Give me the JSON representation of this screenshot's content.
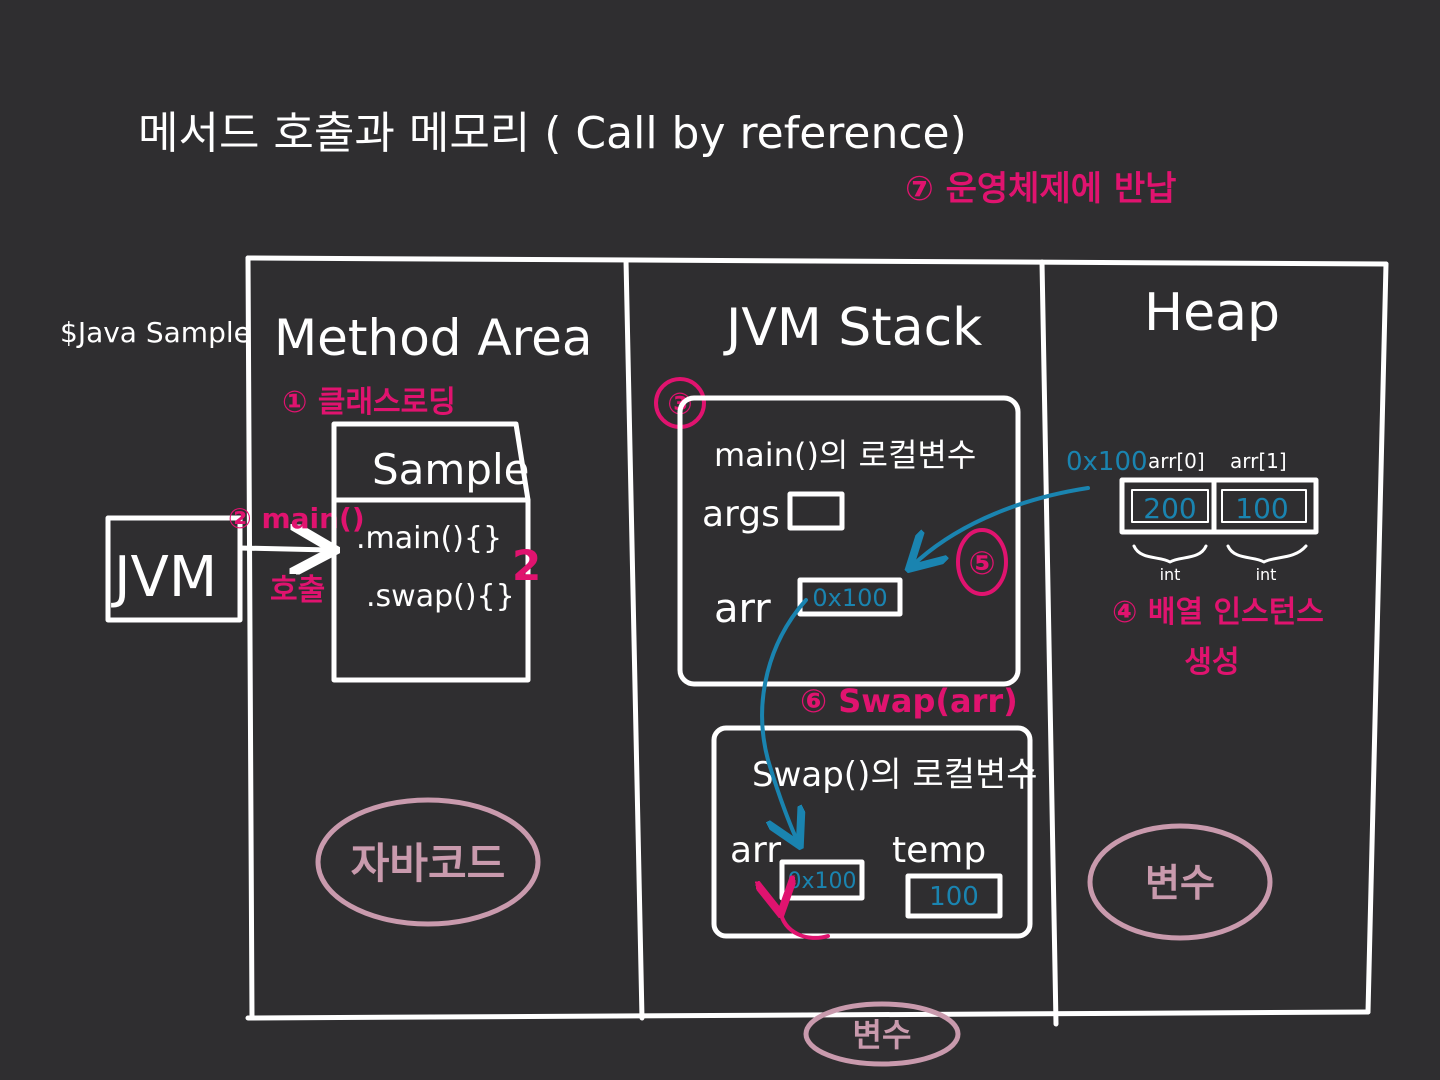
{
  "title": "메서드 호출과 메모리 ( Call by reference)",
  "command": "$Java Sample",
  "columns": {
    "method_area": "Method Area",
    "jvm_stack": "JVM Stack",
    "heap": "Heap"
  },
  "jvm_box": "JVM",
  "steps": {
    "s1": "① 클래스로딩",
    "s2": "② main()",
    "s2_call": "호출",
    "s3": "③",
    "s4_line1": "④ 배열 인스턴스",
    "s4_line2": "생성",
    "s5": "⑤",
    "s6": "⑥ Swap(arr)",
    "s7": "⑦ 운영체제에 반납"
  },
  "sample_class": {
    "name": "Sample",
    "methods": [
      ".main(){}",
      ".swap(){}"
    ],
    "mark": "2"
  },
  "main_frame": {
    "title": "main()의 로컬변수",
    "args_label": "args",
    "arr_label": "arr",
    "arr_value": "0x100"
  },
  "swap_frame": {
    "title": "Swap()의 로컬변수",
    "arr_label": "arr",
    "arr_value": "0x100",
    "temp_label": "temp",
    "temp_value": "100"
  },
  "heap_array": {
    "address": "0x100",
    "index_labels": [
      "arr[0]",
      "arr[1]"
    ],
    "values": [
      "200",
      "100"
    ],
    "type_labels": [
      "int",
      "int"
    ]
  },
  "badges": {
    "method_area": "자바코드",
    "jvm_stack": "변수",
    "heap": "변수"
  },
  "colors": {
    "background": "#2f2e30",
    "ink": "#ffffff",
    "accent": "#e0136f",
    "reference": "#1a84b0",
    "badge": "#c99aad"
  }
}
